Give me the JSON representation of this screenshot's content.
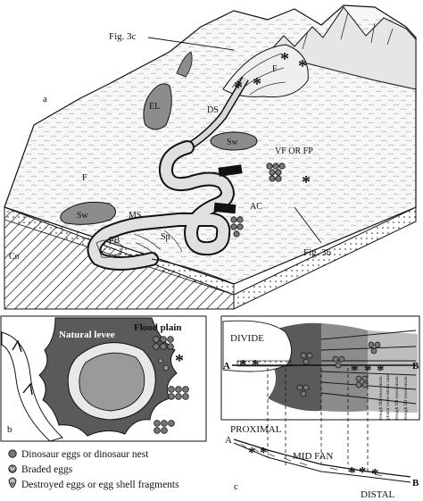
{
  "panel_a": {
    "panel_letter": "a",
    "fig_callout_top": "Fig. 3c",
    "fig_callout_bottom": "Fig. 3b",
    "labels": {
      "el": "EL",
      "f_top": "F",
      "ds": "DS",
      "sw_right": "Sw",
      "vf_or_fp": "VF OR FP",
      "f_left": "F",
      "sw_left": "Sw",
      "ms": "MS",
      "pb": "PB",
      "sp": "Sp",
      "ac": "AC",
      "co": "Co"
    }
  },
  "panel_b": {
    "panel_letter": "b",
    "natural_levee": "Natural levee",
    "flood_plain": "Flood plain"
  },
  "panel_c": {
    "panel_letter": "c",
    "divide": "DIVIDE",
    "point_a_top": "A",
    "point_b_top": "B",
    "point_a_bottom": "A",
    "point_b_bottom": "B",
    "proximal": "PROXIMAL",
    "mid_fan": "MID FAN",
    "distal": "DISTAL",
    "vertical_notes": [
      "trough fill cross-strata",
      "planar cross-strata sand",
      "trough fill cross-strata",
      "trough fill cross-strata"
    ]
  },
  "legend": {
    "items": [
      {
        "icon": "egg-nest-icon",
        "text": "Dinosaur eggs or dinosaur nest"
      },
      {
        "icon": "braded-egg-icon",
        "text": "Braded eggs"
      },
      {
        "icon": "destroyed-egg-icon",
        "text": "Destroyed eggs or egg shell fragments"
      }
    ]
  },
  "colors": {
    "ink": "#111111",
    "dark_fill": "#5a5a5a",
    "mid_fill": "#8c8c8c",
    "light_fill": "#bdbdbd",
    "paper": "#ffffff"
  }
}
